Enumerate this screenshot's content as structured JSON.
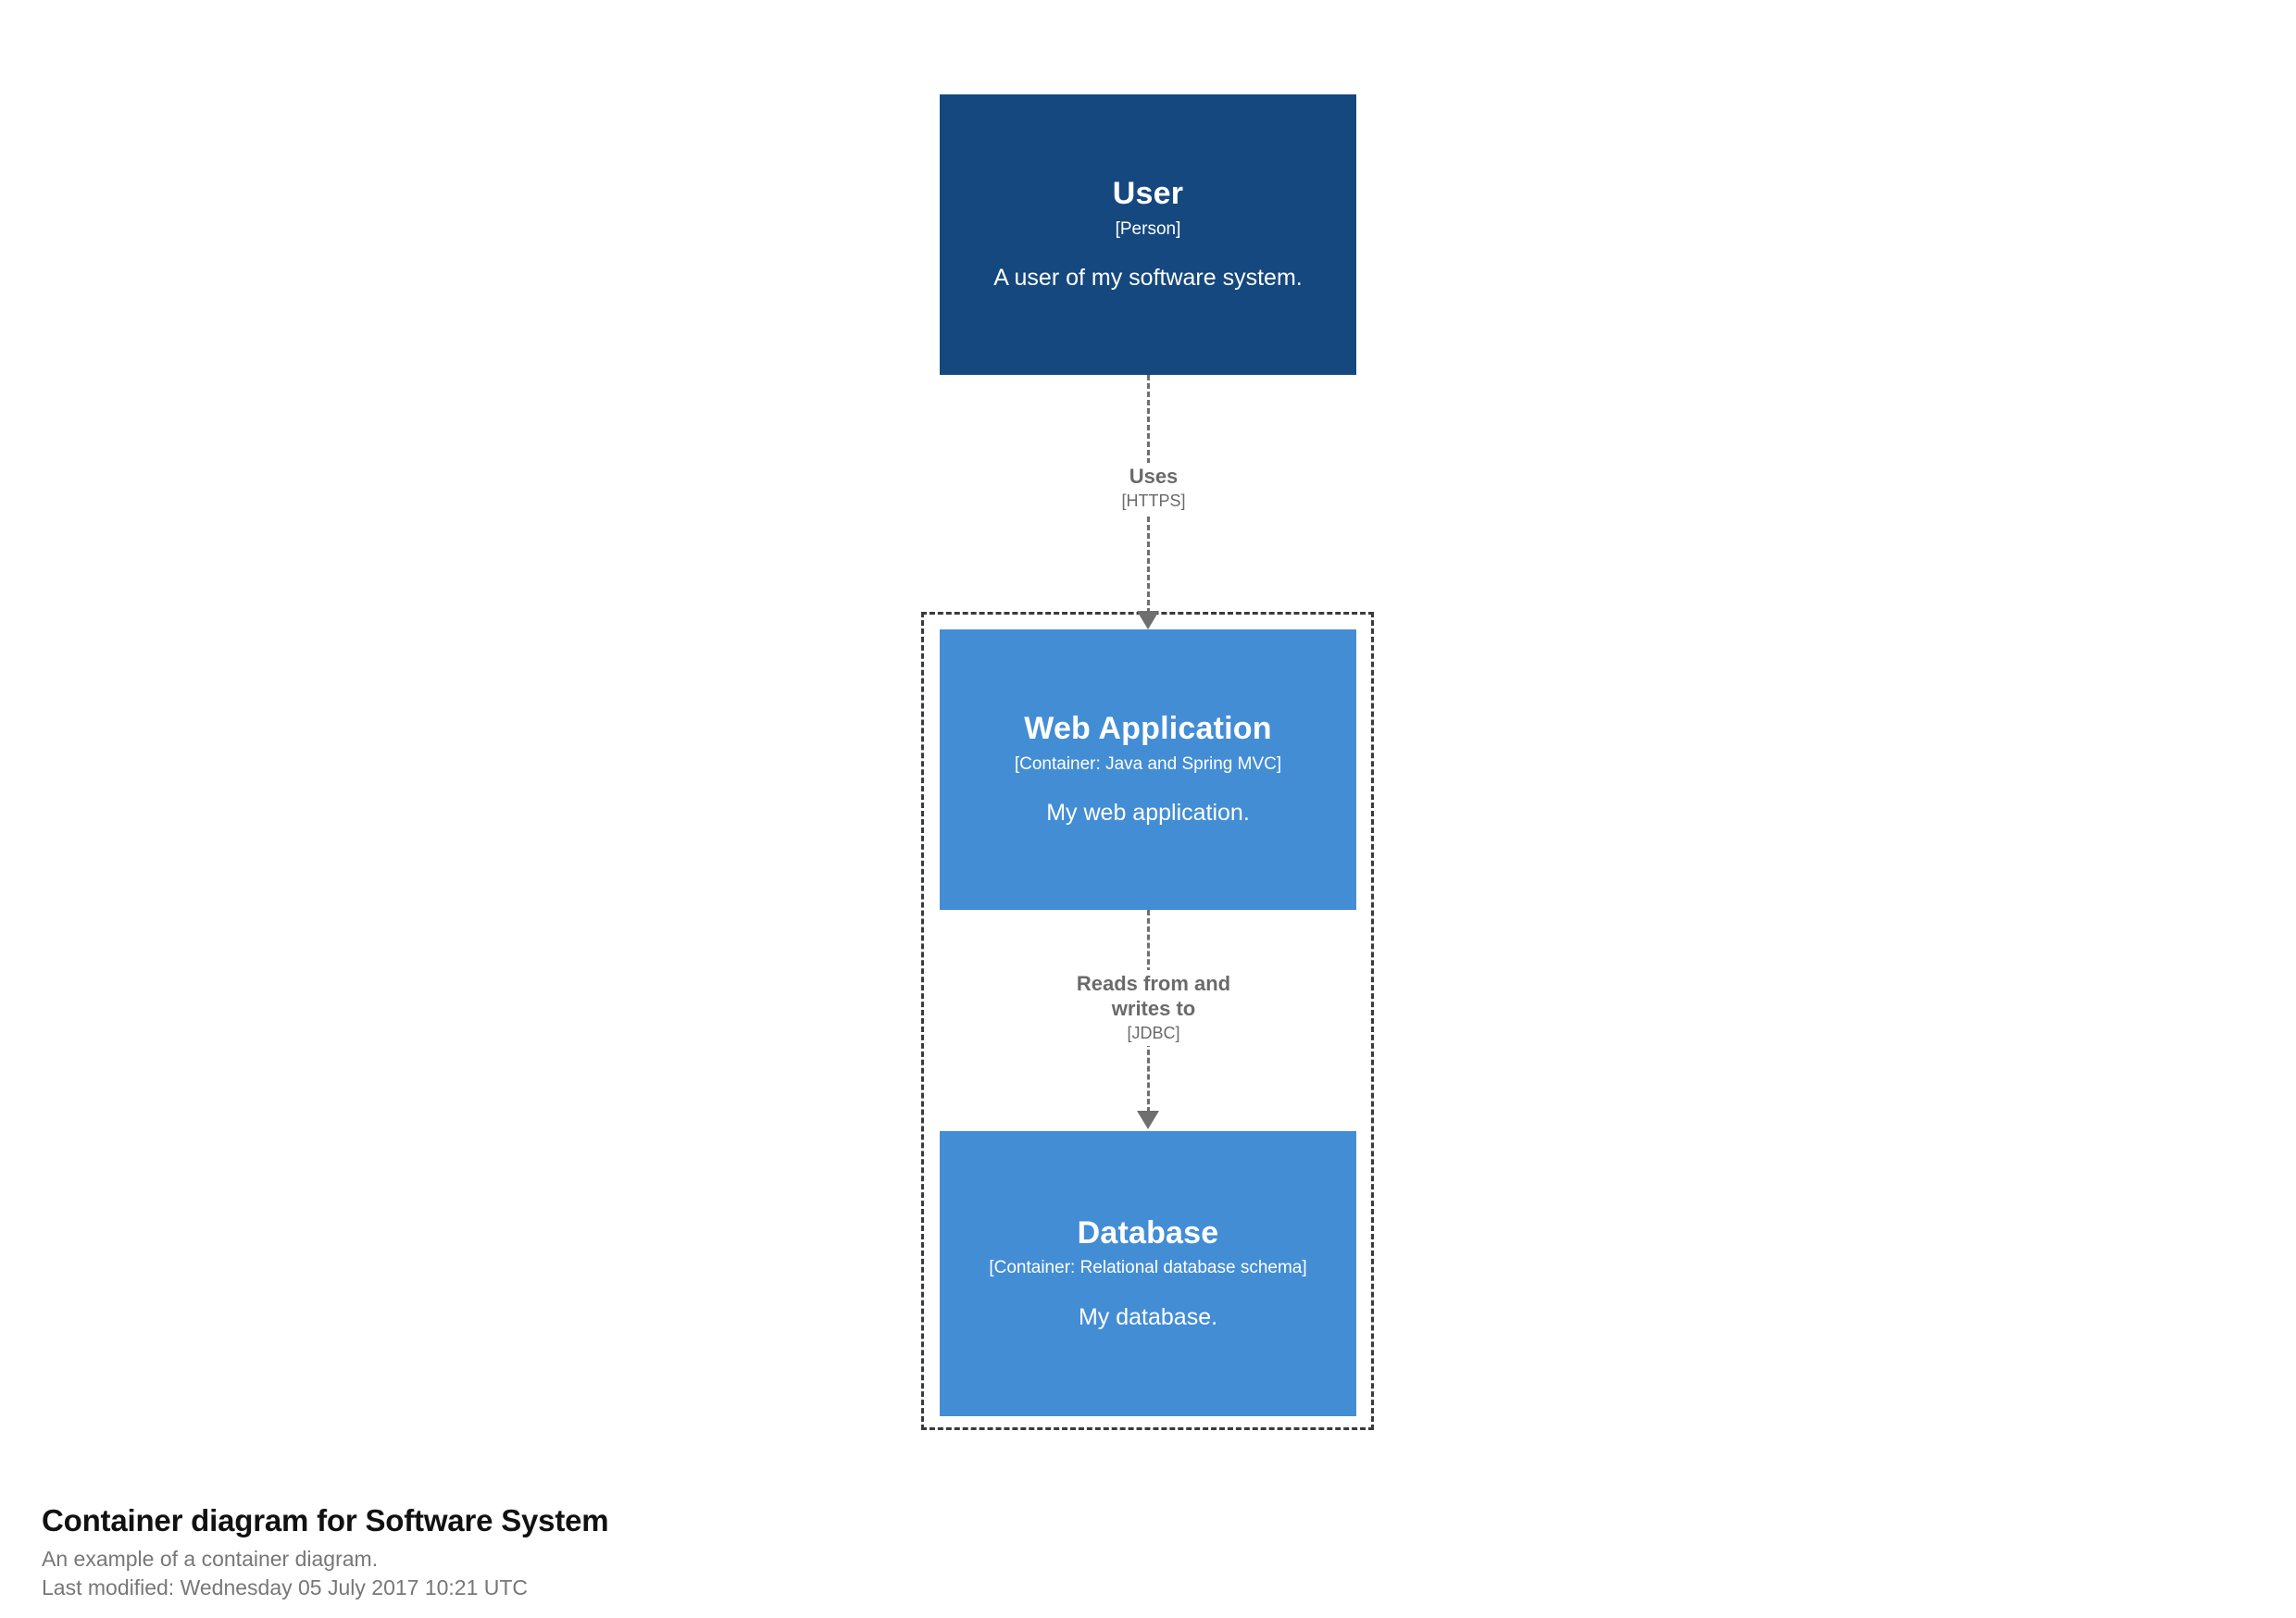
{
  "diagram": {
    "kind": "c4-container-diagram",
    "background_color": "#ffffff",
    "boundary": {
      "style": "dashed",
      "color": "#3a3a3a"
    },
    "nodes": [
      {
        "id": "user",
        "name": "User",
        "type": "[Person]",
        "description": "A user of my software system.",
        "color": "#15487e"
      },
      {
        "id": "webapp",
        "name": "Web Application",
        "type": "[Container: Java and Spring MVC]",
        "description": "My web application.",
        "color": "#438dd5"
      },
      {
        "id": "database",
        "name": "Database",
        "type": "[Container: Relational database schema]",
        "description": "My database.",
        "color": "#438dd5"
      }
    ],
    "relationships": [
      {
        "id": "user-webapp",
        "from": "user",
        "to": "webapp",
        "description": "Uses",
        "technology": "[HTTPS]",
        "color": "#6f6f6f"
      },
      {
        "id": "webapp-database",
        "from": "webapp",
        "to": "database",
        "description": "Reads from and\nwrites to",
        "technology": "[JDBC]",
        "color": "#6f6f6f"
      }
    ]
  },
  "caption": {
    "title": "Container diagram for Software System",
    "subtitle": "An example of a container diagram.",
    "last_modified": "Last modified: Wednesday 05 July 2017 10:21 UTC"
  }
}
